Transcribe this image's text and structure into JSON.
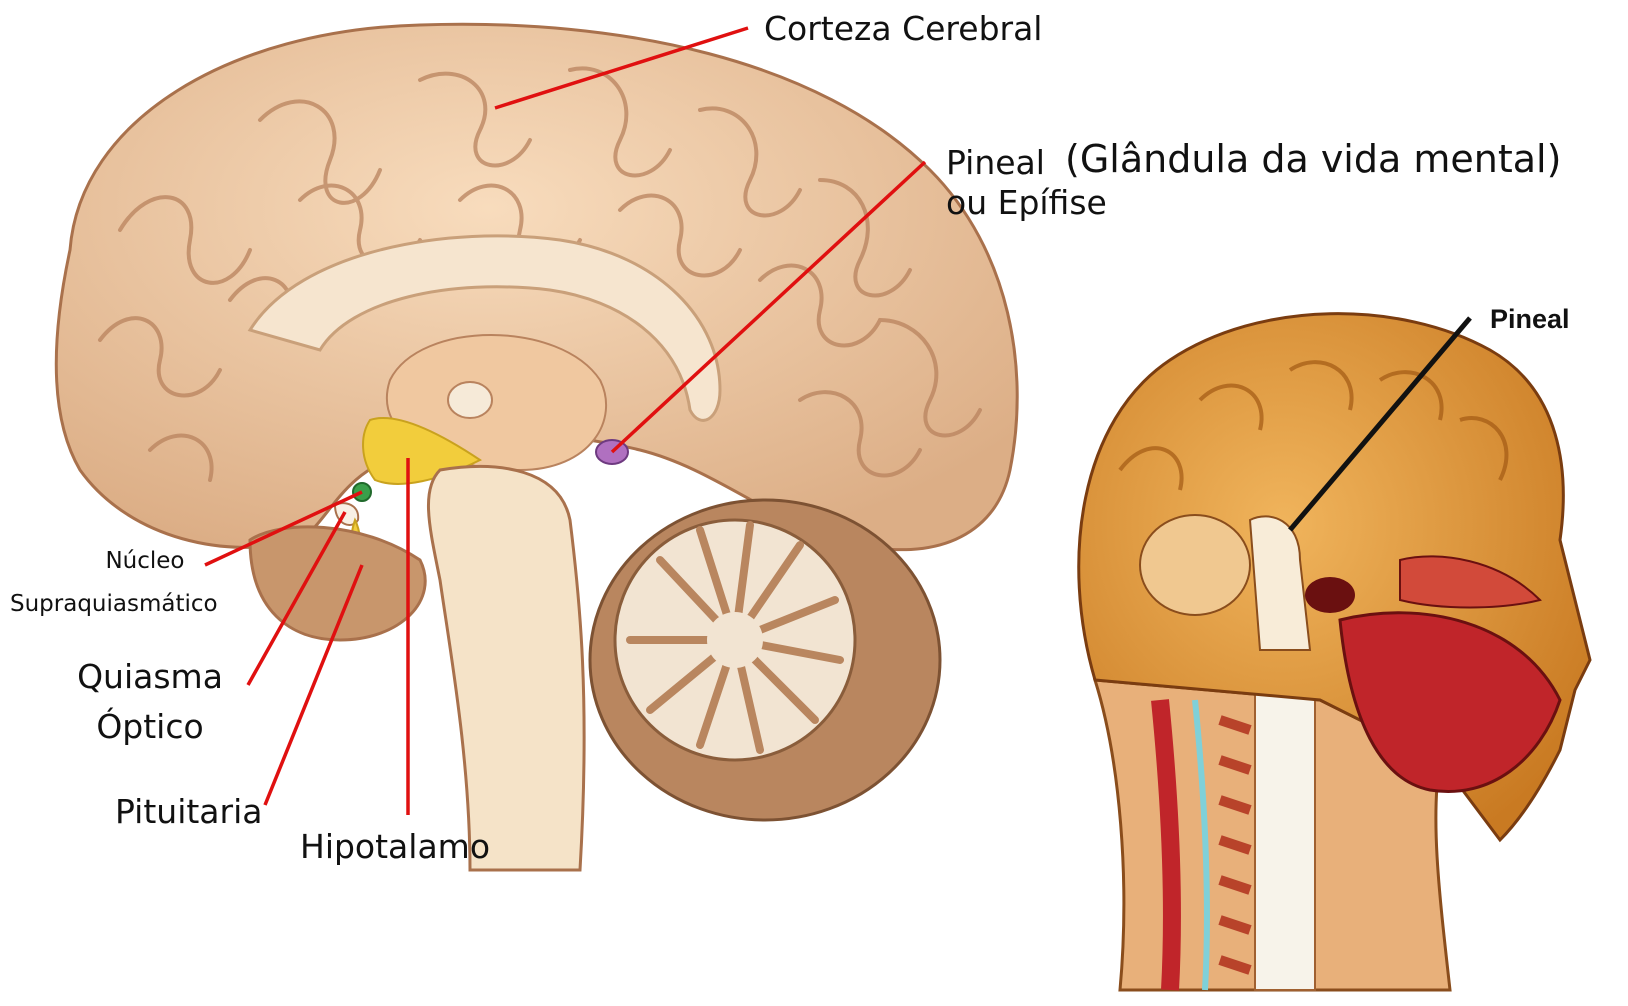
{
  "brain_labels": {
    "cortex": "Corteza Cerebral",
    "pineal": "Pineal",
    "pineal_description": "(Glândula da vida mental)",
    "pineal_alt_name": "ou Epífise",
    "nucleus_line1": "Núcleo",
    "nucleus_line2": "Supraquiasmático",
    "chiasm_line1": "Quiasma",
    "chiasm_line2": "Óptico",
    "pituitary": "Pituitaria",
    "hypothalamus": "Hipotalamo"
  },
  "head_labels": {
    "pineal": "Pineal"
  },
  "colors": {
    "leader_line": "#e01010",
    "head_leader_line": "#111111",
    "brain_tissue": "#f0caa4",
    "corpus_callosum": "#f6e5cf",
    "hypothalamus": "#f2cd3c",
    "pineal_gland": "#b070c0",
    "suprachiasmatic_nucleus": "#3aa04a",
    "cerebellum": "#b9865f",
    "head_tissue": "#d88a2e",
    "oral_cavity": "#c0252a"
  }
}
